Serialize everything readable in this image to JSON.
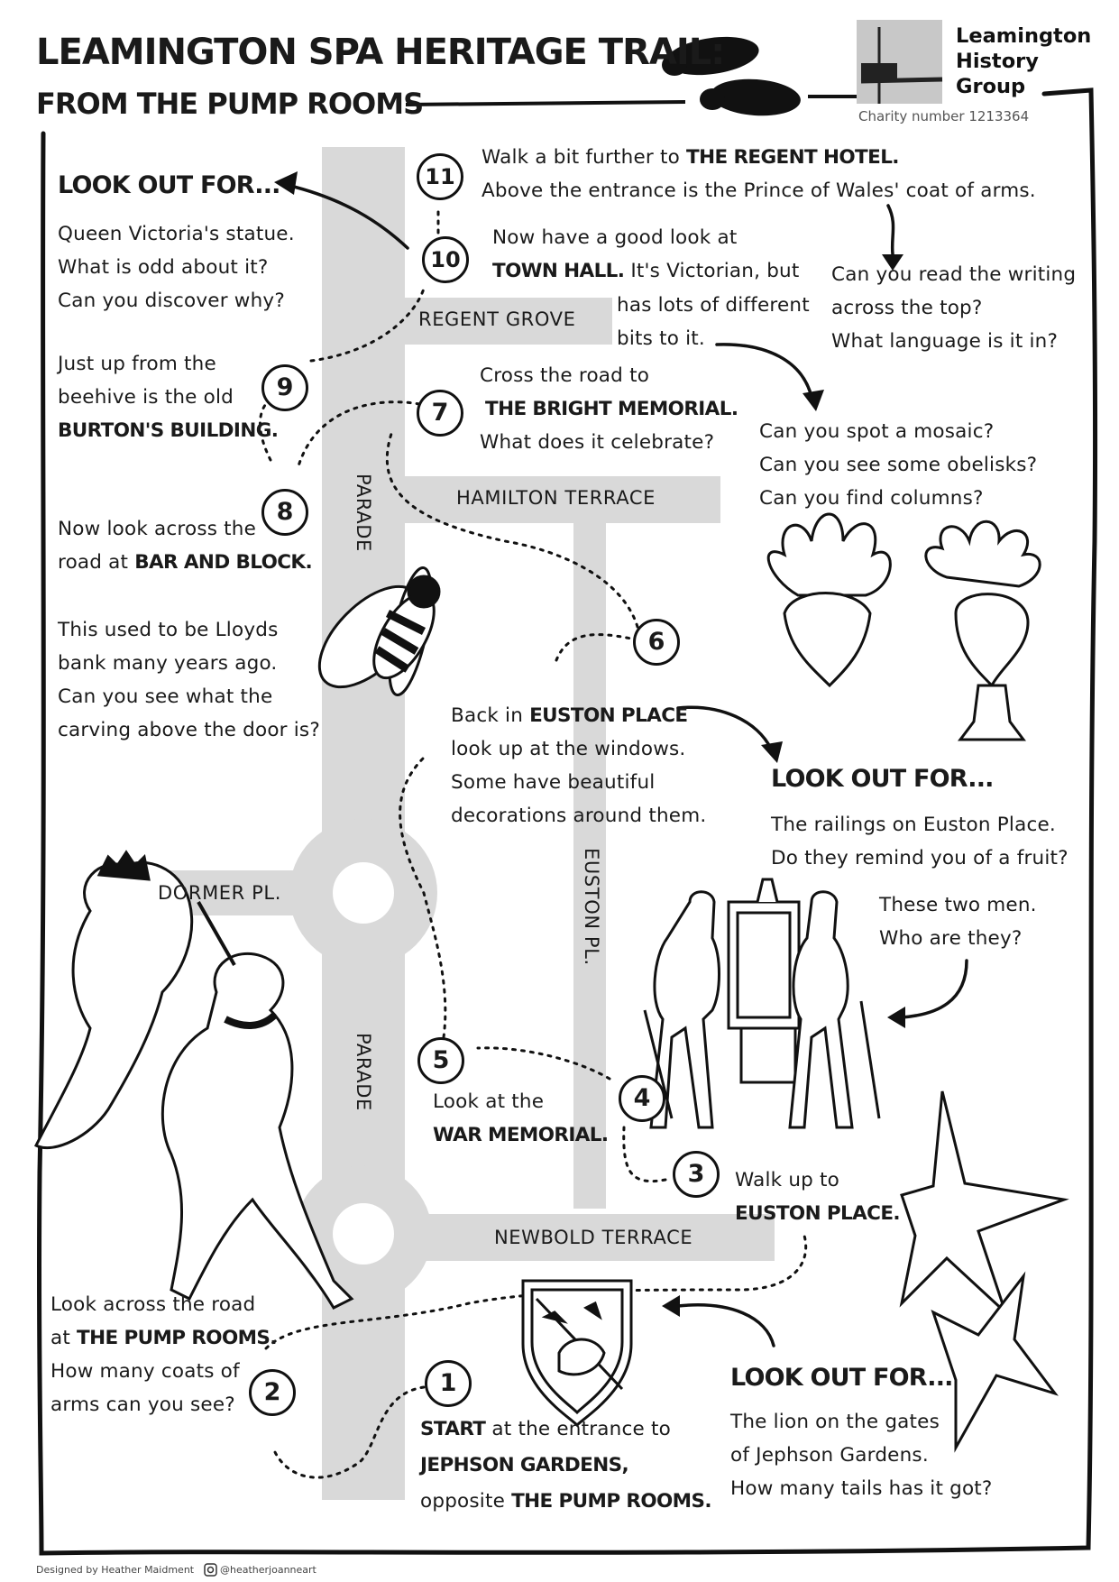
{
  "header": {
    "title": "LEAMINGTON SPA HERITAGE TRAIL:",
    "subtitle": "FROM THE PUMP ROOMS",
    "logo_lines": [
      "Leamington",
      "History",
      "Group"
    ],
    "charity": "Charity number 1213364"
  },
  "roads": {
    "regent_grove": "REGENT GROVE",
    "hamilton_terrace": "HAMILTON TERRACE",
    "parade_top": "PARADE",
    "dormer_pl": "DORMER PL.",
    "euston_pl": "EUSTON PL.",
    "parade_bottom": "PARADE",
    "newbold_terrace": "NEWBOLD TERRACE"
  },
  "stops": {
    "s1": {
      "num": "1",
      "start": "START",
      "l1": " at the entrance to",
      "l2": "JEPHSON GARDENS,",
      "l3a": "opposite ",
      "l3b": "THE PUMP ROOMS."
    },
    "s2": {
      "num": "2",
      "l1": "Look across the road",
      "l2a": "at ",
      "l2b": "THE PUMP ROOMS.",
      "l3": "How many coats of",
      "l4": "arms can you see?"
    },
    "s3": {
      "num": "3",
      "l1": "Walk up to",
      "l2": "EUSTON PLACE."
    },
    "s4": {
      "num": "4"
    },
    "s5": {
      "num": "5",
      "l1": "Look at the",
      "l2": "WAR MEMORIAL."
    },
    "s6": {
      "num": "6",
      "l1a": "Back in ",
      "l1b": "EUSTON PLACE",
      "l2": "look up at the windows.",
      "l3": "Some have beautiful",
      "l4": "decorations around them."
    },
    "s7": {
      "num": "7",
      "l1": "Cross the road to",
      "l2": "THE BRIGHT MEMORIAL.",
      "l3": "What does it celebrate?"
    },
    "s8": {
      "num": "8",
      "l1": "Now look across the",
      "l2a": "road at ",
      "l2b": "BAR AND BLOCK.",
      "l3": "This used to be Lloyds",
      "l4": "bank many years ago.",
      "l5": "Can you see what the",
      "l6": "carving above the door is?"
    },
    "s9": {
      "num": "9",
      "l1": "Just up from the",
      "l2": "beehive is the old",
      "l3": "BURTON'S BUILDING."
    },
    "s10": {
      "num": "10",
      "l1": "Now have a good look at",
      "l2a": "TOWN HALL.",
      "l2b": " It's Victorian, but",
      "l3": "has lots of different",
      "l4": "bits to it."
    },
    "s11": {
      "num": "11",
      "l1a": "Walk a bit further to ",
      "l1b": "THE REGENT HOTEL.",
      "l2": "Above the entrance is the Prince of Wales' coat of arms."
    }
  },
  "notes": {
    "lookout_title": "LOOK OUT FOR...",
    "lo1": [
      "Queen Victoria's statue.",
      "What is odd about it?",
      "Can you discover why?"
    ],
    "lo2": [
      "The railings on Euston Place.",
      "Do they remind you of a fruit?"
    ],
    "lo3": [
      "The lion on the gates",
      "of Jephson Gardens.",
      "How many tails has it got?"
    ],
    "regent_q": [
      "Can you read the writing",
      "across the top?",
      "What language is it in?"
    ],
    "townhall_q": [
      "Can you spot a mosaic?",
      "Can you see some obelisks?",
      "Can you find columns?"
    ],
    "men_q": [
      "These two men.",
      "Who are they?"
    ]
  },
  "footer": {
    "designer": "Designed by Heather Maidment",
    "instagram": "@heatherjoanneart"
  },
  "icons": [
    "footprints-icon",
    "instagram-icon",
    "bee-icon",
    "star-icon",
    "coat-of-arms-icon",
    "lion-unicorn-icon",
    "soldiers-icon",
    "anthemion-icon"
  ]
}
